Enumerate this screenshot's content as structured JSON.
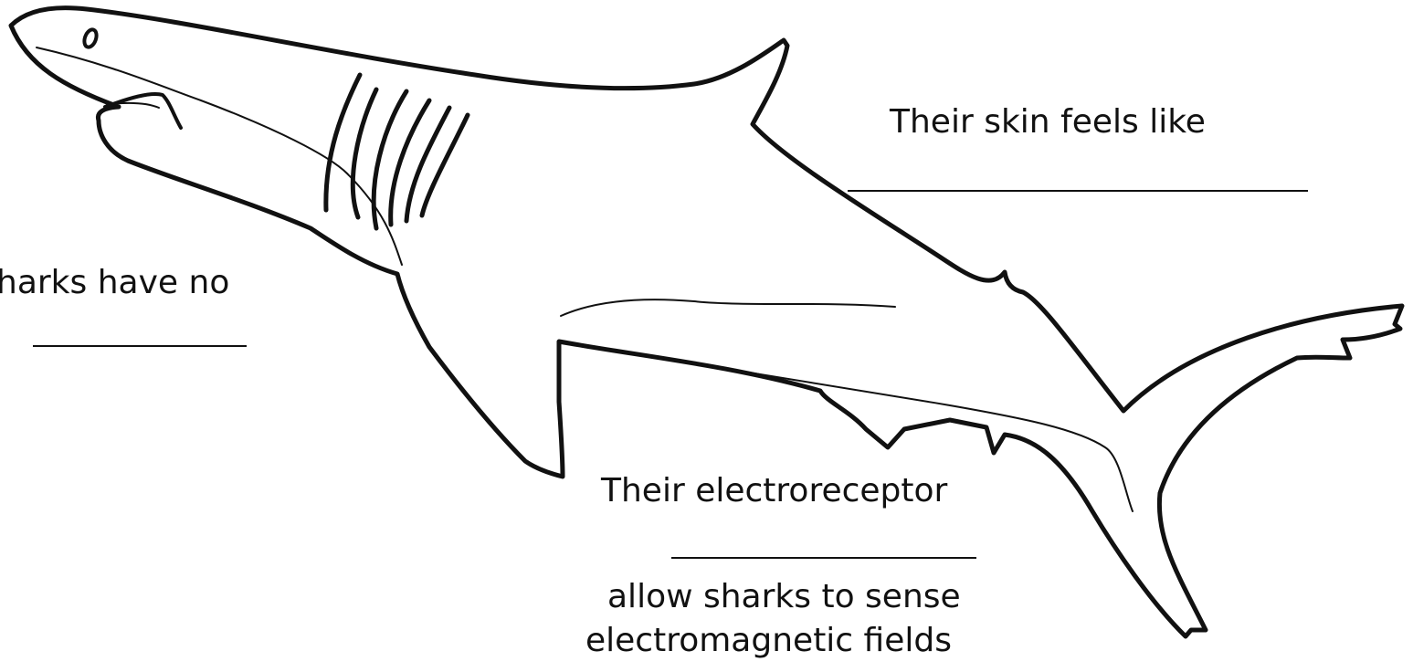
{
  "labels": {
    "skin": "Their skin feels like",
    "gills": "harks have no",
    "electroreceptor": "Their electroreceptor",
    "allow_line": "allow sharks to sense",
    "fields_line": "electromagnetic fields"
  },
  "colors": {
    "ink": "#111111",
    "background": "#ffffff"
  }
}
